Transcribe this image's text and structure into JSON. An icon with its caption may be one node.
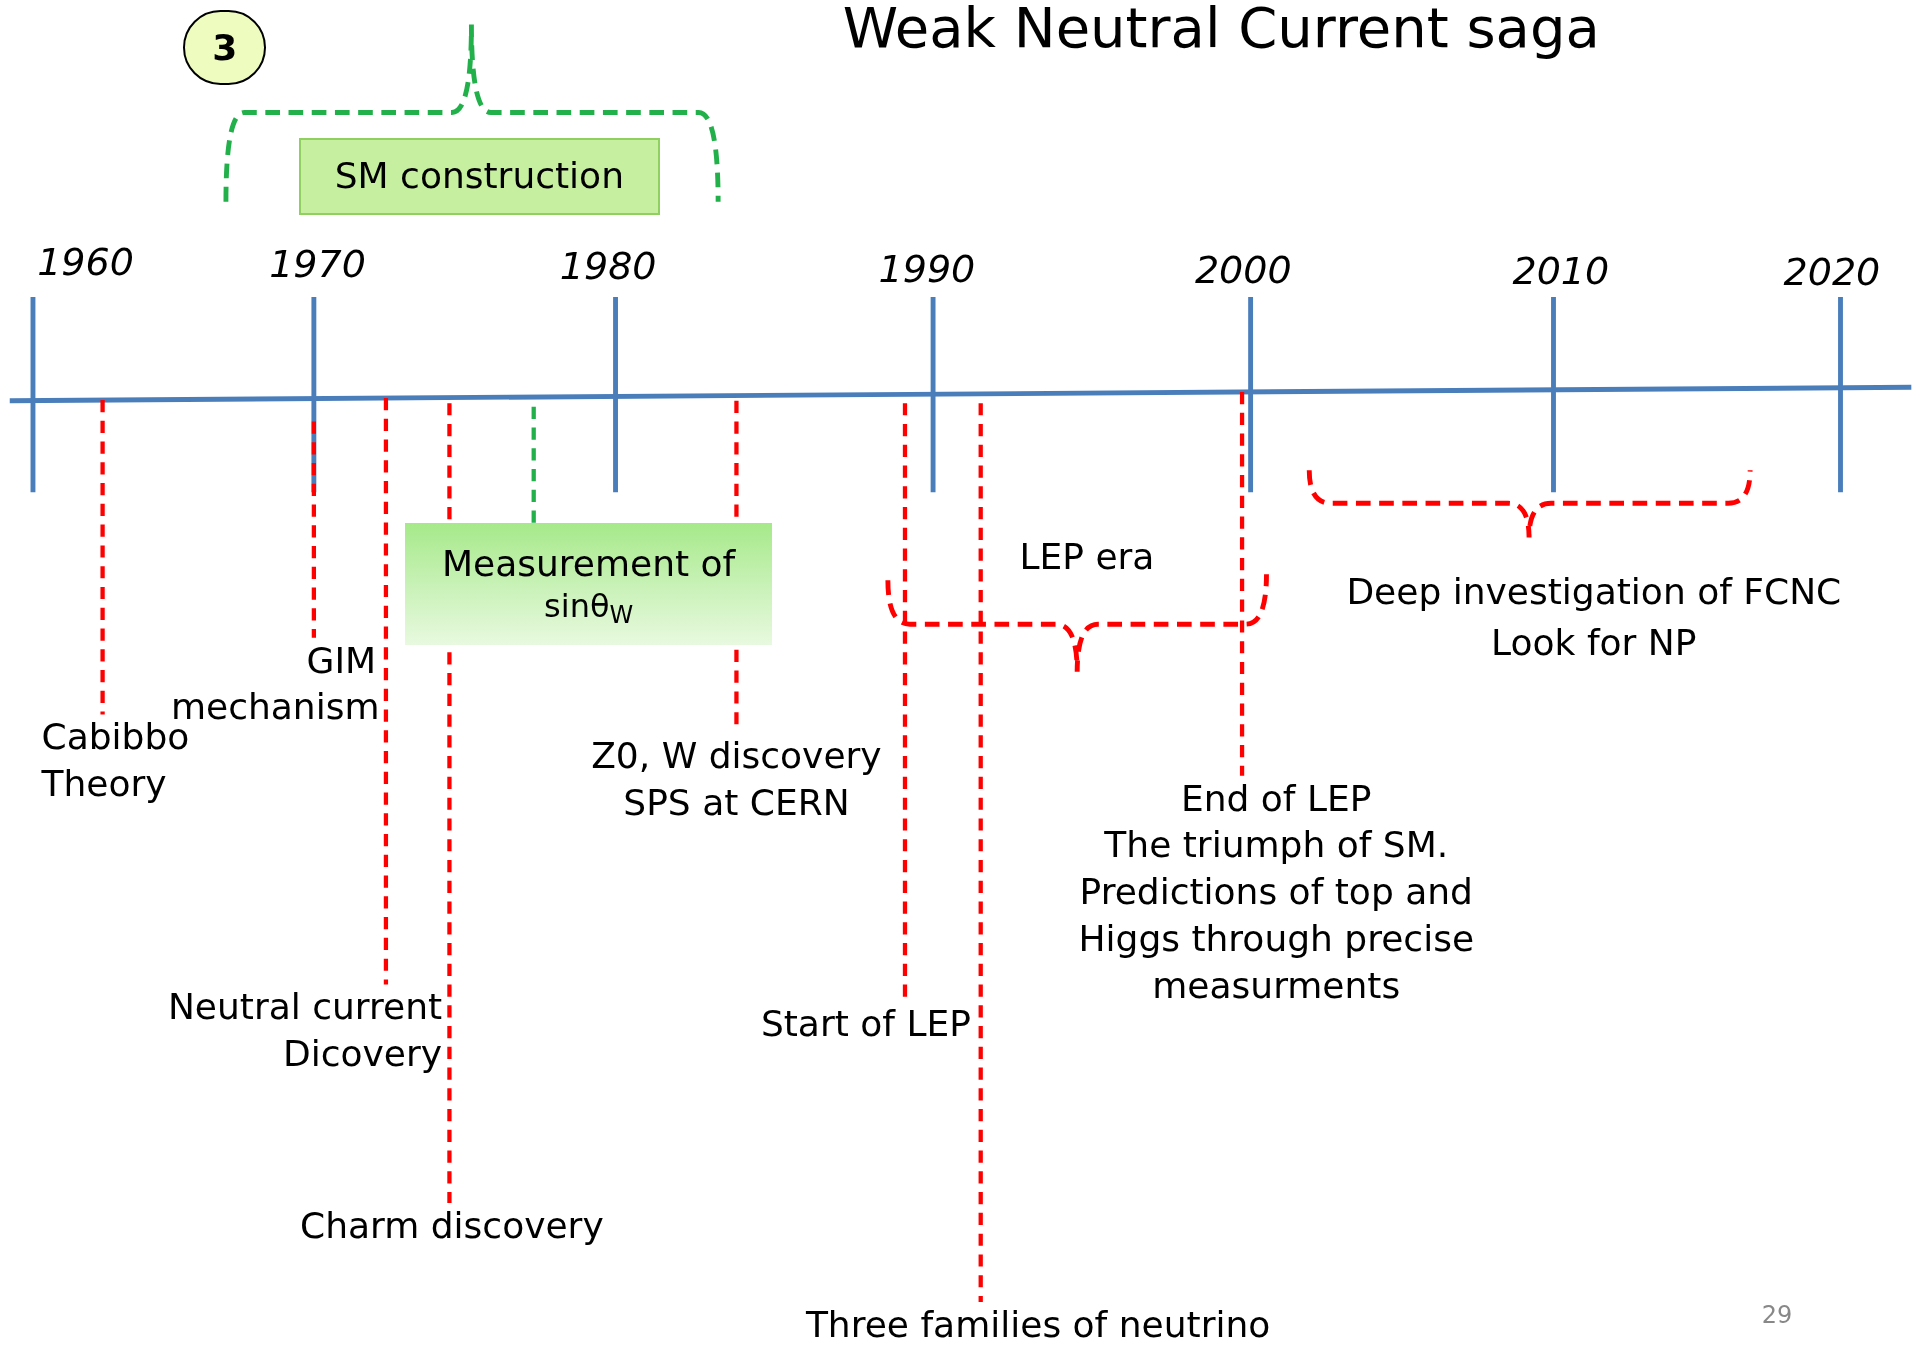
{
  "diagram": {
    "title": "Weak Neutral Current saga",
    "nodes": [
      {
        "text": [
          "3"
        ]
      },
      {
        "text": [
          "SM construction"
        ]
      },
      {
        "text": [
          "Measurement of",
          "sinθ$_{W}$"
        ]
      },
      {
        "text": [
          "Cabibbo Theory"
        ]
      },
      {
        "text": [
          "GIM mechanism"
        ]
      },
      {
        "text": [
          "Neutral current Dicovery"
        ]
      },
      {
        "text": [
          "Charm discovery"
        ]
      },
      {
        "text": [
          "Z0, W discovery SPS at CERN"
        ]
      },
      {
        "text": [
          "Start of LEP"
        ]
      },
      {
        "text": [
          "Three families of neutrino"
        ]
      },
      {
        "text": [
          "End of LEP",
          "The triumph of SM. Predictions of top and Higgs through precise measurments"
        ]
      }
    ],
    "edges": [
      {
        "from": null,
        "to": 3,
        "arrow": "none",
        "style": "dashed"
      },
      {
        "from": null,
        "to": 4,
        "arrow": "none",
        "style": "dashed"
      },
      {
        "from": null,
        "to": 5,
        "arrow": "none",
        "style": "dashed"
      },
      {
        "from": null,
        "to": 6,
        "arrow": "none",
        "style": "dashed"
      },
      {
        "from": null,
        "to": 2,
        "arrow": "none",
        "style": "dashed",
        "color": "#22b04a"
      },
      {
        "from": null,
        "to": 7,
        "arrow": "none",
        "style": "dashed"
      },
      {
        "from": null,
        "to": 8,
        "arrow": "none",
        "style": "dashed"
      },
      {
        "from": null,
        "to": 9,
        "arrow": "none",
        "style": "dashed"
      },
      {
        "from": null,
        "to": 10,
        "arrow": "none",
        "style": "dashed"
      }
    ],
    "labels": [
      "1960",
      "1970",
      "1980",
      "1990",
      "2000",
      "2010",
      "2020",
      "LEP era",
      "Deep investigation of FCNC",
      "Look for NP",
      "29"
    ]
  }
}
